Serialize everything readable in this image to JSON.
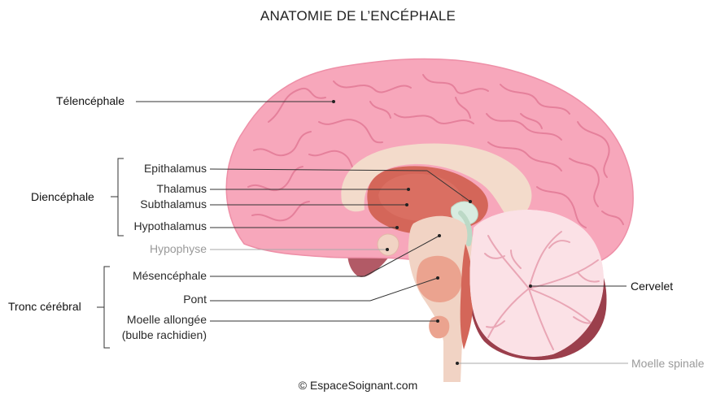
{
  "title": "ANATOMIE DE L’ENCÉPHALE",
  "credit": "© EspaceSoignant.com",
  "labels": {
    "telencephale": "Télencéphale",
    "diencephale": "Diencéphale",
    "epithalamus": "Epithalamus",
    "thalamus": "Thalamus",
    "subthalamus": "Subthalamus",
    "hypothalamus": "Hypothalamus",
    "hypophyse": "Hypophyse",
    "tronc_cerebral": "Tronc cérébral",
    "mesencephale": "Mésencéphale",
    "pont": "Pont",
    "moelle_allongee": "Moelle allongée",
    "bulbe_rachidien": "(bulbe rachidien)",
    "cervelet": "Cervelet",
    "moelle_spinale": "Moelle spinale"
  },
  "colors": {
    "cerebrum": "#f7a7bb",
    "cerebrum_folds": "#e9839d",
    "corpus_callosum": "#f3dbcb",
    "diencephalon": "#d46659",
    "brainstem": "#f1d3c4",
    "cerebellum_dark": "#9b3f4c",
    "cerebellum_white": "#fbe1e6",
    "label_grey": "#9a9a9a"
  }
}
